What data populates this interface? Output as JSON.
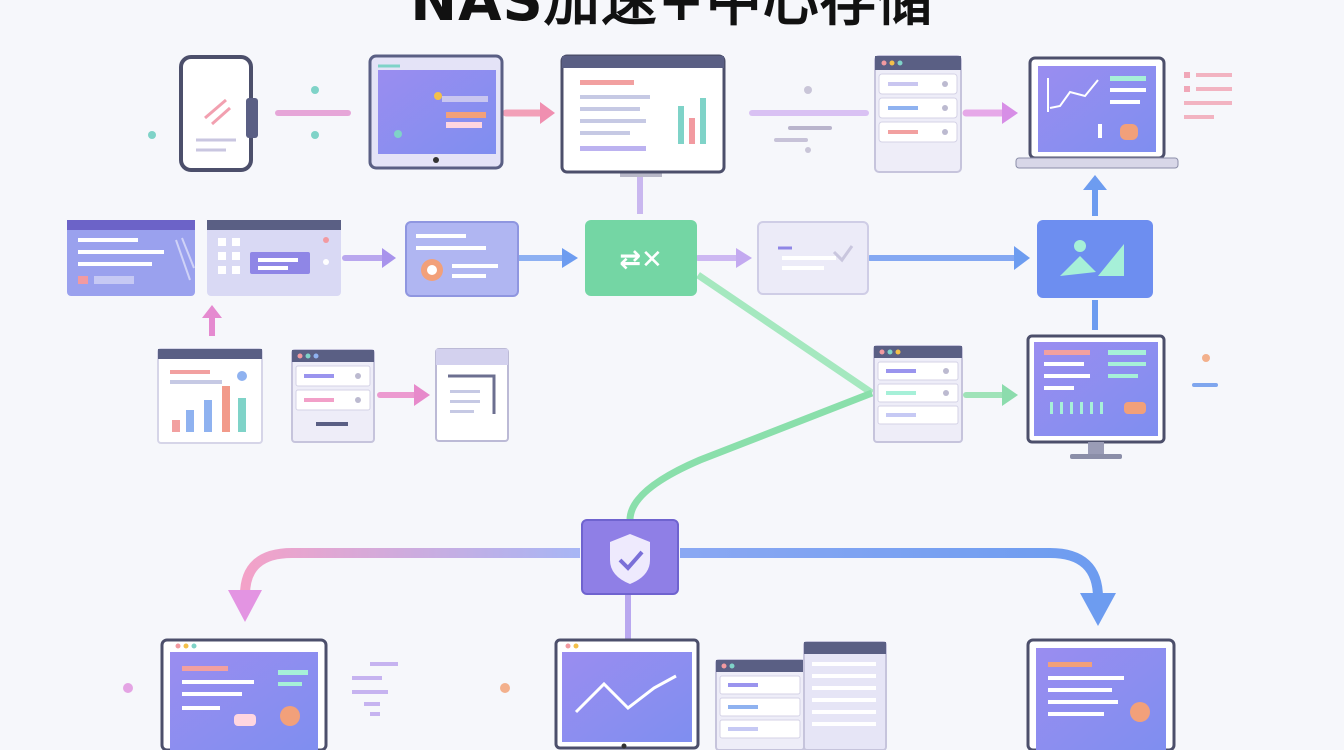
{
  "title": "NAS加速+中心存储",
  "colors": {
    "bg": "#f6f7fb",
    "purple": "#8f7fe6",
    "purple_dark": "#6f63cf",
    "blue": "#6d9cf0",
    "green": "#79dba0",
    "pink": "#f08fb0",
    "violet": "#c99af0",
    "panel": "#e7e6fb"
  },
  "nodes": [
    {
      "name": "phone",
      "icon": "phone-icon"
    },
    {
      "name": "tablet",
      "icon": "tablet-icon"
    },
    {
      "name": "dashboard-monitor",
      "icon": "dashboard-icon"
    },
    {
      "name": "server-stack-top",
      "icon": "server-icon"
    },
    {
      "name": "laptop-top-right",
      "icon": "laptop-icon"
    },
    {
      "name": "card-list-left",
      "icon": "list-card-icon"
    },
    {
      "name": "card-grid",
      "icon": "grid-card-icon"
    },
    {
      "name": "card-media",
      "icon": "media-card-icon"
    },
    {
      "name": "accelerator-hub",
      "icon": "acceleration-icon"
    },
    {
      "name": "card-check",
      "icon": "check-card-icon"
    },
    {
      "name": "image-node",
      "icon": "image-icon"
    },
    {
      "name": "chart-sheet",
      "icon": "bar-chart-icon"
    },
    {
      "name": "server-small",
      "icon": "server-icon"
    },
    {
      "name": "document-node",
      "icon": "document-icon"
    },
    {
      "name": "central-storage",
      "icon": "server-icon"
    },
    {
      "name": "monitor-right",
      "icon": "monitor-icon"
    },
    {
      "name": "security-hub",
      "icon": "shield-check-icon"
    },
    {
      "name": "laptop-bottom-left",
      "icon": "laptop-icon"
    },
    {
      "name": "monitor-bottom-center",
      "icon": "line-chart-icon"
    },
    {
      "name": "server-bottom-center",
      "icon": "server-icon"
    },
    {
      "name": "laptop-bottom-right",
      "icon": "laptop-icon"
    }
  ]
}
